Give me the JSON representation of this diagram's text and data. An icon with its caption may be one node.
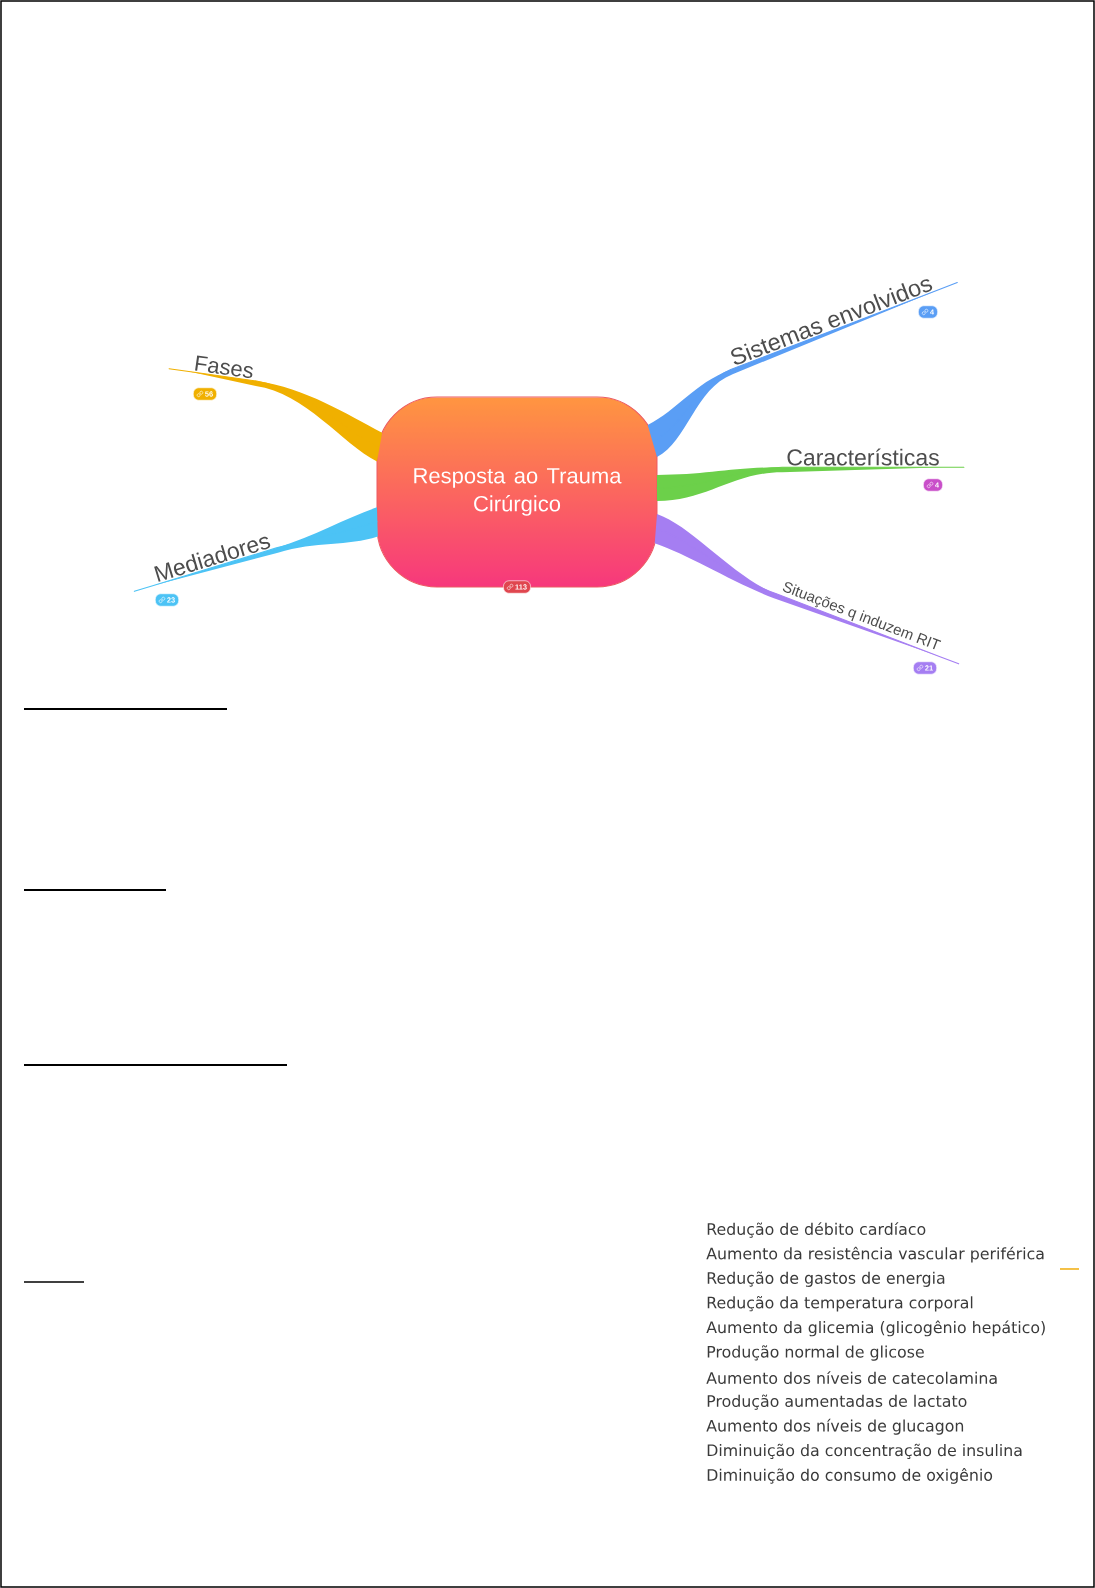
{
  "diagram": {
    "nodes": [
      {
        "text": [
          "Resposta ao Trauma Cirúrgico"
        ],
        "beside": [
          "113"
        ]
      },
      {
        "text": [
          "Fases"
        ],
        "beside": [
          "56"
        ]
      },
      {
        "text": [
          "Mediadores"
        ],
        "beside": [
          "23"
        ]
      },
      {
        "text": [
          "Sistemas envolvidos"
        ],
        "beside": [
          "4"
        ]
      },
      {
        "text": [
          "Características"
        ],
        "beside": [
          "4"
        ]
      },
      {
        "text": [
          "Situações q induzem RIT"
        ],
        "beside": [
          "21"
        ]
      }
    ],
    "edges": [
      {
        "from": 0,
        "to": 1,
        "arrow": "none",
        "color": "#f0b000"
      },
      {
        "from": 0,
        "to": 2,
        "arrow": "none",
        "color": "#4cc3f5"
      },
      {
        "from": 0,
        "to": 3,
        "arrow": "none",
        "color": "#5a9ef5"
      },
      {
        "from": 0,
        "to": 4,
        "arrow": "none",
        "color": "#6cd04a"
      },
      {
        "from": 0,
        "to": 5,
        "arrow": "none",
        "color": "#a57ef2"
      }
    ],
    "labels": [
      "Redução de débito cardíaco",
      "Aumento da resistência vascular periférica",
      "Redução de gastos de energia",
      "Redução da temperatura corporal",
      "Aumento da glicemia (glicogênio hepático)",
      "Produção normal de glicose",
      "Aumento dos níveis de catecolamina",
      "Produção aumentadas de lactato",
      "Aumento dos níveis de glucagon",
      "Diminuição da concentração de insulina",
      "Diminuição do consumo de oxigênio"
    ]
  }
}
